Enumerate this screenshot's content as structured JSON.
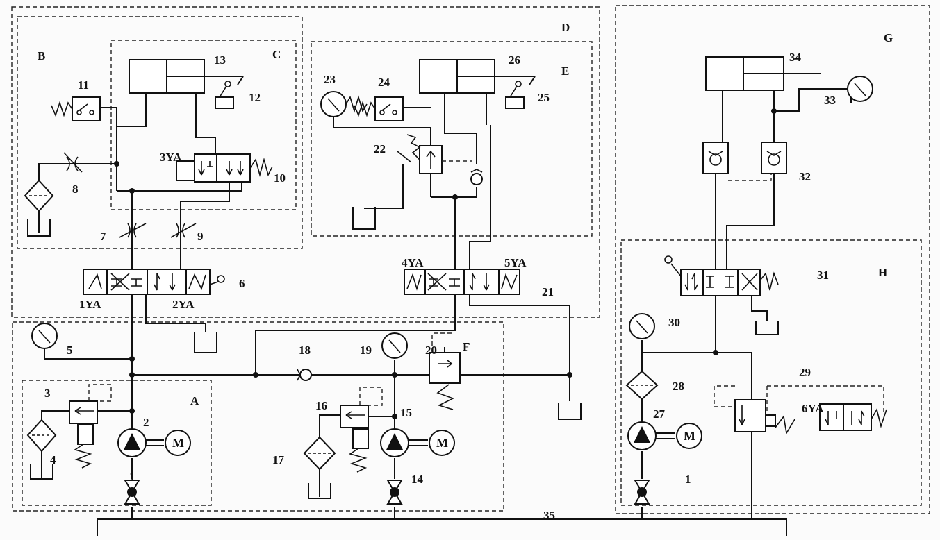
{
  "regions": [
    "A",
    "B",
    "C",
    "D",
    "E",
    "F",
    "G",
    "H"
  ],
  "components": {
    "c1": "1",
    "c1b": "1",
    "c2": "2",
    "c3": "3",
    "c4": "4",
    "c5": "5",
    "c6": "6",
    "c7": "7",
    "c8": "8",
    "c9": "9",
    "c10": "10",
    "c11": "11",
    "c12": "12",
    "c13": "13",
    "c14": "14",
    "c15": "15",
    "c16": "16",
    "c17": "17",
    "c18": "18",
    "c19": "19",
    "c20": "20",
    "c21": "21",
    "c22": "22",
    "c23": "23",
    "c24": "24",
    "c25": "25",
    "c26": "26",
    "c27": "27",
    "c28": "28",
    "c29": "29",
    "c30": "30",
    "c31": "31",
    "c32": "32",
    "c33": "33",
    "c34": "34",
    "c35": "35"
  },
  "solenoids": {
    "s1": "1YA",
    "s2": "2YA",
    "s3": "3YA",
    "s4": "4YA",
    "s5": "5YA",
    "s6": "6YA"
  },
  "motor_symbol": "M"
}
